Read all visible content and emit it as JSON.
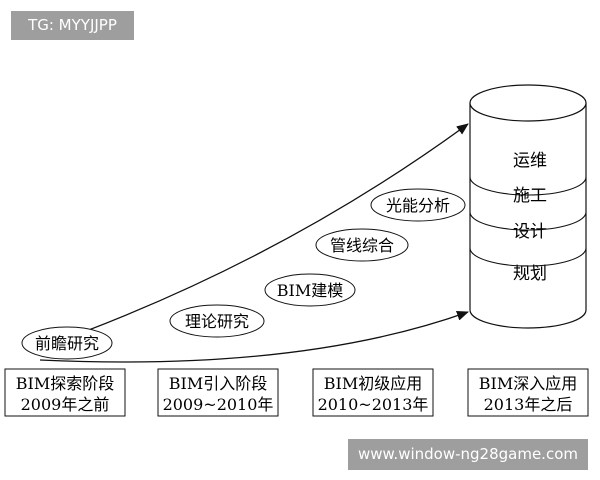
{
  "watermarks": {
    "top_left": "TG: MYYJJPP",
    "bottom_right": "www.window-ng28game.com"
  },
  "stages": [
    {
      "line1": "BIM探索阶段",
      "line2": "2009年之前"
    },
    {
      "line1": "BIM引入阶段",
      "line2": "2009~2010年"
    },
    {
      "line1": "BIM初级应用",
      "line2": "2010~2013年"
    },
    {
      "line1": "BIM深入应用",
      "line2": "2013年之后"
    }
  ],
  "milestones": [
    "前瞻研究",
    "理论研究",
    "BIM建模",
    "管线综合",
    "光能分析"
  ],
  "cylinder_layers": [
    "运维",
    "施工",
    "设计",
    "规划"
  ]
}
